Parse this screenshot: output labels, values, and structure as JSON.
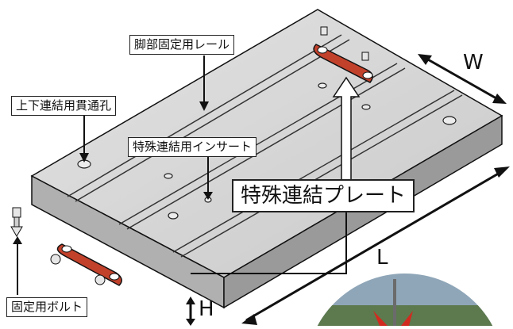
{
  "labels": {
    "rail": "脚部固定用レール",
    "through_hole": "上下連結用貫通孔",
    "special_insert": "特殊連結用インサート",
    "special_plate": "特殊連結プレート",
    "bolt": "固定用ボルト"
  },
  "dimensions": {
    "width": "W",
    "length": "L",
    "height": "H"
  },
  "colors": {
    "plate": "#c2412b",
    "panel_top": "#d7d7d7",
    "panel_front": "#a9a9a9",
    "outline": "#111111"
  }
}
